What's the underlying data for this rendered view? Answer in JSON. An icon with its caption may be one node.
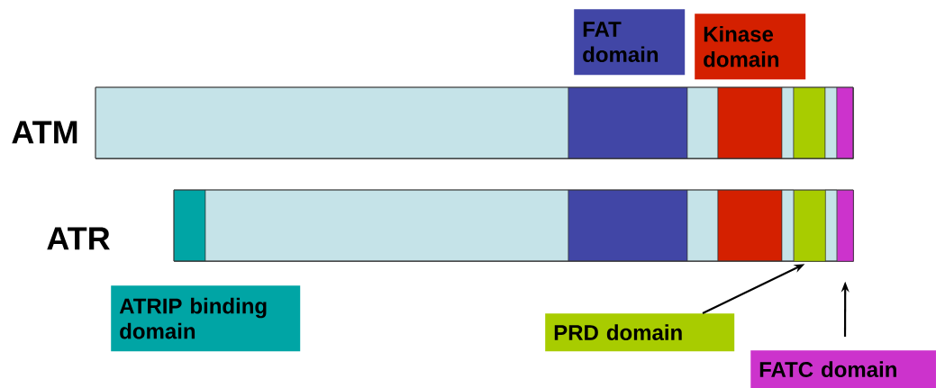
{
  "diagram": {
    "nodes": [
      {
        "text": [
          "FAT domain"
        ]
      },
      {
        "text": [
          "Kinase domain"
        ]
      },
      {
        "text": [
          "ATM"
        ]
      },
      {
        "text": [
          "ATR"
        ]
      },
      {
        "text": [],
        "shape": "bar",
        "in": 3
      },
      {
        "text": [],
        "shape": "bar",
        "in": 3
      },
      {
        "text": [
          "ATRIP binding domain"
        ]
      },
      {
        "text": [
          "PRD domain"
        ]
      },
      {
        "text": [
          "FATC domain"
        ]
      }
    ],
    "edges": [
      {
        "from": 7,
        "to": 4,
        "arrow": "to"
      },
      {
        "from": 8,
        "to": 5,
        "arrow": "to"
      }
    ]
  }
}
